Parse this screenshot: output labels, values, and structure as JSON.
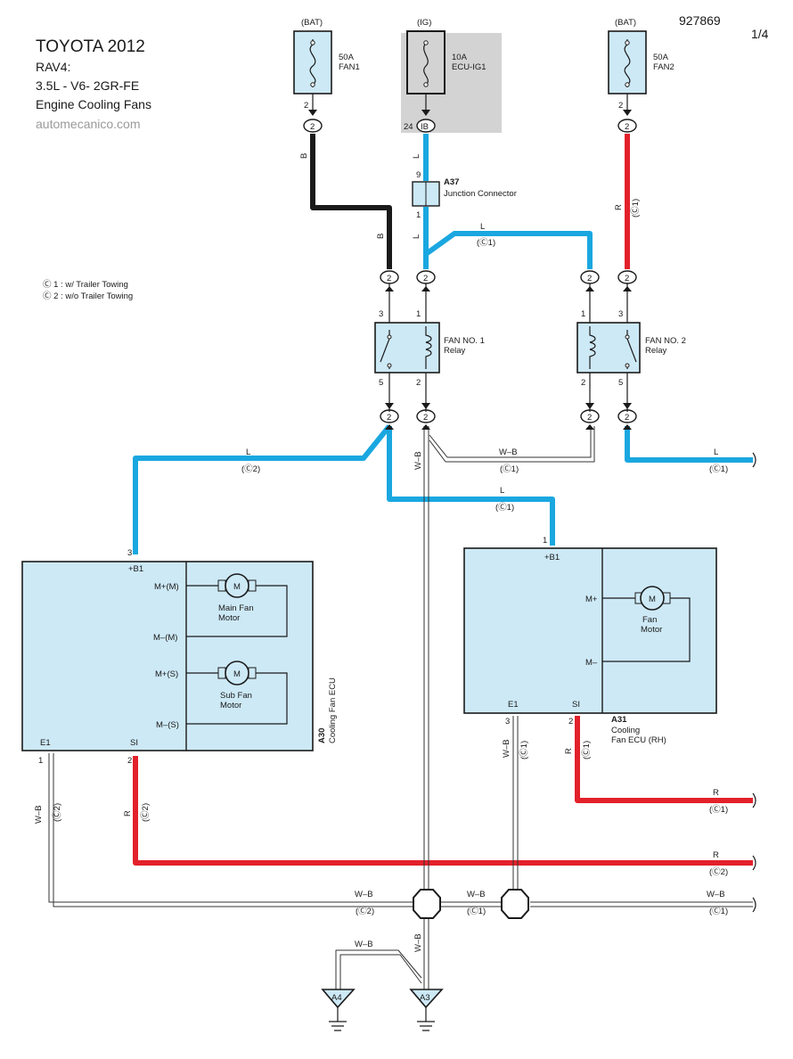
{
  "header": {
    "title": "TOYOTA 2012",
    "model": "RAV4:",
    "engine": "3.5L - V6- 2GR-FE",
    "system": "Engine Cooling Fans",
    "site": "automecanico.com",
    "code": "927869",
    "page": "1/4"
  },
  "legend": {
    "note1": "Ⓒ 1 : w/ Trailer Towing",
    "note2": "Ⓒ 2 : w/o Trailer Towing"
  },
  "fuses": {
    "fan1": {
      "source": "(BAT)",
      "rating": "50A",
      "name": "FAN1",
      "pin": "2"
    },
    "ecu_ig1": {
      "source": "(IG)",
      "rating": "10A",
      "name": "ECU-IG1",
      "pin": "24",
      "conn": "IB"
    },
    "fan2": {
      "source": "(BAT)",
      "rating": "50A",
      "name": "FAN2",
      "pin": "2"
    }
  },
  "junction": {
    "id": "A37",
    "name": "Junction Connector",
    "pin_top": "9",
    "pin_bottom": "1"
  },
  "relays": {
    "fan1": {
      "name": "FAN NO. 1",
      "sub": "Relay",
      "pins": [
        "3",
        "1",
        "5",
        "2"
      ]
    },
    "fan2": {
      "name": "FAN NO. 2",
      "sub": "Relay",
      "pins": [
        "1",
        "3",
        "2",
        "5"
      ]
    }
  },
  "connector_label": "2",
  "wires": {
    "B": "B",
    "L": "L",
    "R": "R",
    "WB": "W–B",
    "opt1": "(Ⓒ1)",
    "opt2": "(Ⓒ2)"
  },
  "ecu_a30": {
    "id": "A30",
    "name": "Cooling Fan ECU",
    "b1_pin": "3",
    "b1": "+B1",
    "mp_m": "M+(M)",
    "mm_m": "M–(M)",
    "mp_s": "M+(S)",
    "mm_s": "M–(S)",
    "main_motor": "Main Fan",
    "sub_motor": "Sub Fan",
    "motor_word": "Motor",
    "m": "M",
    "e1": "E1",
    "si": "SI",
    "e1_pin": "1",
    "si_pin": "2"
  },
  "ecu_a31": {
    "id": "A31",
    "name": "Cooling",
    "name2": "Fan ECU (RH)",
    "b1_pin": "1",
    "b1": "+B1",
    "mp": "M+",
    "mm": "M–",
    "motor": "Fan",
    "motor_word": "Motor",
    "m": "M",
    "e1": "E1",
    "si": "SI",
    "e1_pin": "3",
    "si_pin": "2"
  },
  "grounds": {
    "a4": "A4",
    "a3": "A3"
  },
  "colors": {
    "L": "#1aa7e0",
    "B": "#1a1a1a",
    "R": "#e2212b",
    "box": "#cde9f6",
    "ig_shade": "#d3d3d3"
  }
}
